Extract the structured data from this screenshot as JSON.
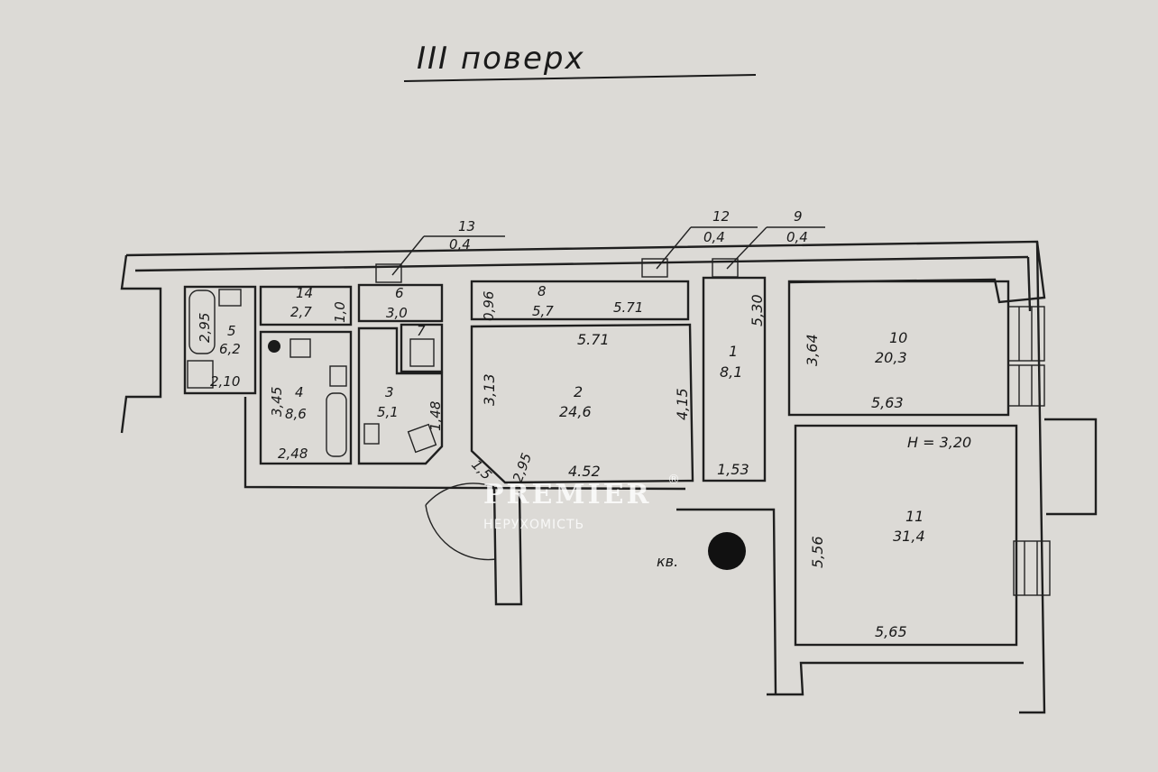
{
  "title": "III поверх",
  "apartment_label": "кв.",
  "ceiling_height": "H = 3,20",
  "watermark": {
    "brand": "PREMIER",
    "sub": "НЕРУХОМІСТЬ",
    "registered": "®"
  },
  "rooms": [
    {
      "id": "1",
      "area": "8,1"
    },
    {
      "id": "2",
      "area": "24,6"
    },
    {
      "id": "3",
      "area": "5,1"
    },
    {
      "id": "4",
      "area": "8,6"
    },
    {
      "id": "5",
      "area": "6,2"
    },
    {
      "id": "6",
      "area": "3,0"
    },
    {
      "id": "8",
      "area": "5,7"
    },
    {
      "id": "10",
      "area": "20,3"
    },
    {
      "id": "11",
      "area": "31,4"
    },
    {
      "id": "14",
      "area": "2,7"
    }
  ],
  "shafts": [
    {
      "id": "13",
      "area": "0,4"
    },
    {
      "id": "12",
      "area": "0,4"
    },
    {
      "id": "9",
      "area": "0,4"
    }
  ],
  "dimensions": {
    "d_5_71_top": "5.71",
    "d_0_96": "0,96",
    "d_5_71_mid": "5.71",
    "d_3_13": "3,13",
    "d_4_15": "4,15",
    "d_4_52": "4.52",
    "d_2_95": "2,95",
    "d_1_5": "1,5",
    "d_5_30": "5,30",
    "d_1_53": "1,53",
    "d_3_64": "3,64",
    "d_5_63": "5,63",
    "d_5_56": "5,56",
    "d_5_65": "5,65",
    "d_1_48": "1,48",
    "d_3_45": "3,45",
    "d_2_48": "2,48",
    "d_2_95_k": "2,95",
    "d_2_10": "2,10",
    "d_1_0": "1,0",
    "d_7": "7"
  }
}
